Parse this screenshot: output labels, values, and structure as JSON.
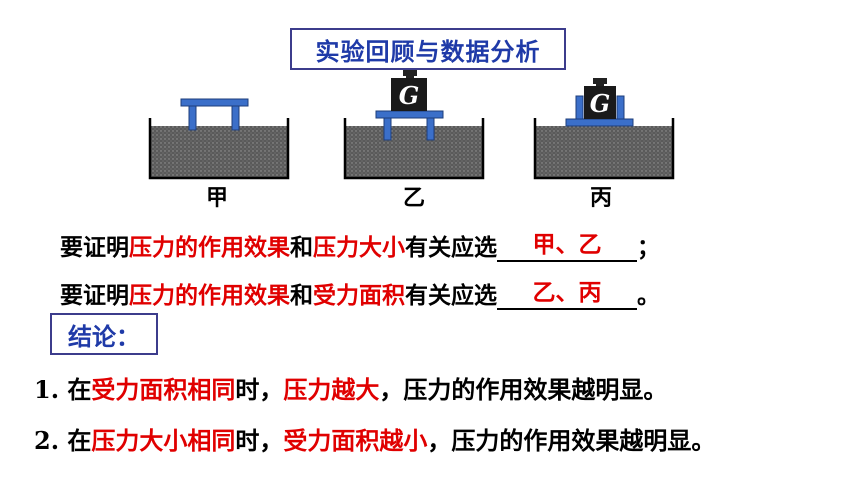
{
  "title": "实验回顾与数据分析",
  "labels": {
    "jia": "甲",
    "yi": "乙",
    "bing": "丙"
  },
  "weight_symbol": "G",
  "question1": {
    "prefix": "要证明",
    "term_a": "压力的作用效果",
    "connector": "和",
    "term_b": "压力大小",
    "suffix": "有关应选",
    "answer": "甲、乙",
    "end": "；"
  },
  "question2": {
    "prefix": "要证明",
    "term_a": "压力的作用效果",
    "connector": "和",
    "term_b": "受力面积",
    "suffix": "有关应选",
    "answer": "乙、丙",
    "end": "。"
  },
  "conclusion_label": "结论：",
  "point1": {
    "num": "1.",
    "p1": "在",
    "r1": "受力面积相同",
    "p2": "时，",
    "r2": "压力越大",
    "p3": "，压力的作用效果越明显。"
  },
  "point2": {
    "num": "2.",
    "p1": "在",
    "r1": "压力大小相同",
    "p2": "时，",
    "r2": "受力面积越小",
    "p3": "，压力的作用效果越明显。"
  },
  "colors": {
    "title": "#1f3aa8",
    "highlight": "#e00000",
    "table": "#3b6fc9",
    "foam": "#555555"
  }
}
